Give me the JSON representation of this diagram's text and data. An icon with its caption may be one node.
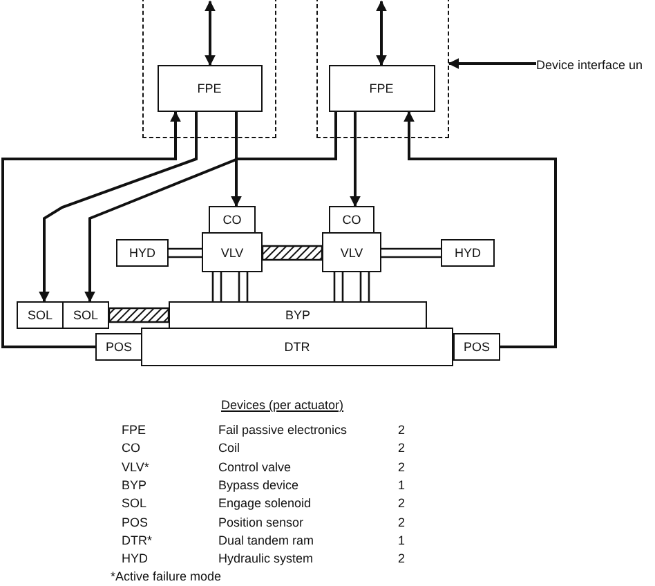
{
  "diagram": {
    "nodes": [
      {
        "text": [],
        "shape": "box"
      },
      {
        "text": [
          "FPE"
        ],
        "in": 0
      },
      {
        "text": [],
        "shape": "box"
      },
      {
        "text": [
          "FPE"
        ],
        "in": 2
      },
      {
        "text": [
          "Device interface un"
        ]
      },
      {
        "text": [
          "CO"
        ]
      },
      {
        "text": [
          "CO"
        ]
      },
      {
        "text": [
          "HYD"
        ]
      },
      {
        "text": [
          "VLV"
        ]
      },
      {
        "text": [
          "VLV"
        ]
      },
      {
        "text": [
          "HYD"
        ]
      },
      {
        "text": [
          "SOL"
        ]
      },
      {
        "text": [
          "SOL"
        ]
      },
      {
        "text": [
          "BYP"
        ]
      },
      {
        "text": [
          "POS"
        ]
      },
      {
        "text": [
          "DTR"
        ]
      },
      {
        "text": [
          "POS"
        ]
      }
    ],
    "edges": [
      {
        "from": null,
        "to": 1,
        "arrow": "both"
      },
      {
        "from": null,
        "to": 3,
        "arrow": "both"
      },
      {
        "from": 4,
        "to": 2,
        "arrow": "to"
      },
      {
        "from": 1,
        "to": 11,
        "arrow": "to"
      },
      {
        "from": 3,
        "to": 12,
        "arrow": "to"
      },
      {
        "from": 1,
        "to": 5,
        "arrow": "to"
      },
      {
        "from": 3,
        "to": 6,
        "arrow": "to"
      },
      {
        "from": 14,
        "to": 1,
        "arrow": "to"
      },
      {
        "from": 16,
        "to": 3,
        "arrow": "to"
      },
      {
        "from": 8,
        "to": 9,
        "arrow": "none",
        "style": "thick"
      },
      {
        "from": 12,
        "to": 13,
        "arrow": "none",
        "style": "thick"
      },
      {
        "from": 7,
        "to": 8,
        "arrow": "none"
      },
      {
        "from": 9,
        "to": 10,
        "arrow": "none"
      },
      {
        "from": 8,
        "to": 13,
        "arrow": "none"
      },
      {
        "from": 8,
        "to": 13,
        "arrow": "none"
      },
      {
        "from": 9,
        "to": 13,
        "arrow": "none"
      },
      {
        "from": 9,
        "to": 13,
        "arrow": "none"
      }
    ],
    "labels": [
      "Devices (per actuator)",
      "FPE",
      "Fail passive electronics",
      "2",
      "CO",
      "Coil",
      "2",
      "VLV*",
      "Control valve",
      "2",
      "BYP",
      "Bypass device",
      "1",
      "SOL",
      "Engage solenoid",
      "2",
      "POS",
      "Position sensor",
      "2",
      "DTR*",
      "Dual tandem ram",
      "1",
      "HYD",
      "Hydraulic system",
      "2",
      "*Active failure mode"
    ]
  }
}
